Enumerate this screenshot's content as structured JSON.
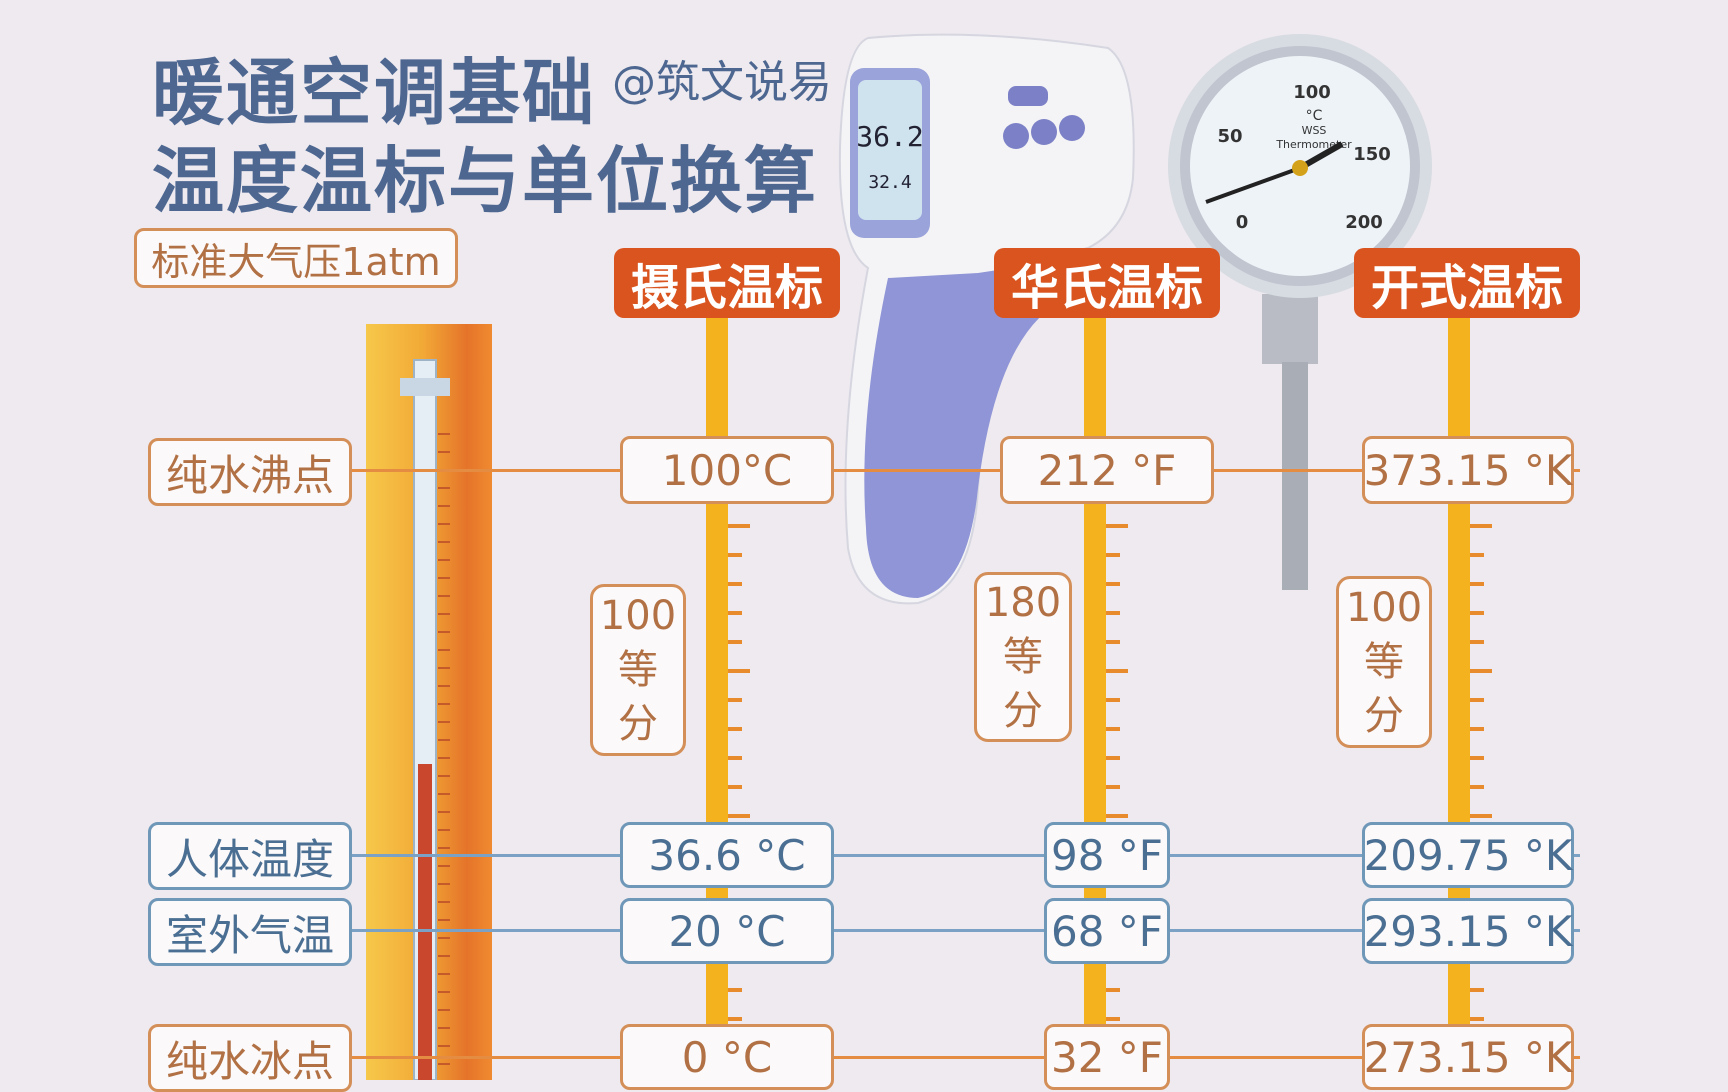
{
  "title": {
    "line1": "暖通空调基础",
    "line2": "温度温标与单位换算",
    "handle": "@筑文说易"
  },
  "pressure_label": "标准大气压1atm",
  "scales": [
    {
      "name": "摄氏温标",
      "divisions": [
        "100",
        "等",
        "分"
      ]
    },
    {
      "name": "华氏温标",
      "divisions": [
        "180",
        "等",
        "分"
      ]
    },
    {
      "name": "开式温标",
      "divisions": [
        "100",
        "等",
        "分"
      ]
    }
  ],
  "rows": [
    {
      "label": "纯水沸点",
      "color": "orange",
      "values": [
        "100°C",
        "212 °F",
        "373.15 °K"
      ]
    },
    {
      "label": "人体温度",
      "color": "blue",
      "values": [
        "36.6 °C",
        "98 °F",
        "209.75 °K"
      ]
    },
    {
      "label": "室外气温",
      "color": "blue",
      "values": [
        "20 °C",
        "68 °F",
        "293.15 °K"
      ]
    },
    {
      "label": "纯水冰点",
      "color": "orange",
      "values": [
        "0 °C",
        "32 °F",
        "273.15 °K"
      ]
    }
  ],
  "devices": {
    "ir_thermometer_display": [
      "36.2",
      "32.4",
      "36.2"
    ],
    "dial_gauge": {
      "ticks": [
        "100",
        "50",
        "150",
        "0",
        "200"
      ],
      "unit": "°C",
      "brand": "WSS",
      "text": "Thermometer"
    }
  },
  "colors": {
    "accent": "#d9541f",
    "title": "#4d6791",
    "orange_line": "#e38c42",
    "blue_line": "#7ba2c4",
    "bar": "#f4b21e"
  }
}
